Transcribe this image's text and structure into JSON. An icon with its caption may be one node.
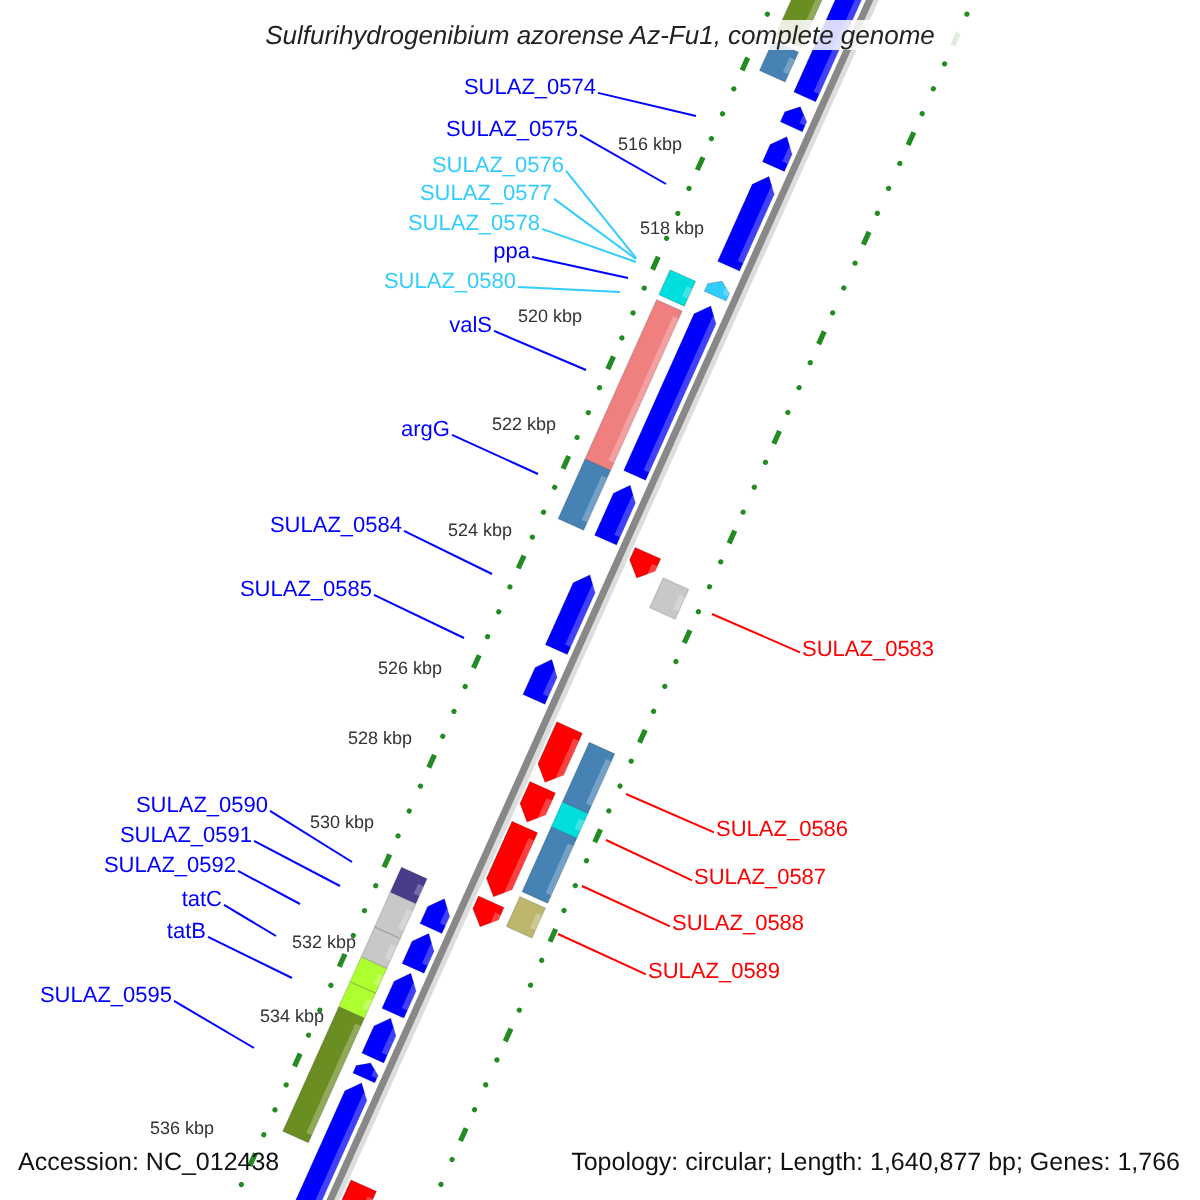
{
  "diagram": {
    "title": "Sulfurihydrogenibium azorense Az-Fu1, complete genome",
    "nodes": [
      {
        "text": [
          "SULAZ_0574"
        ]
      },
      {
        "text": [
          "SULAZ_0575"
        ]
      },
      {
        "text": [
          "SULAZ_0576"
        ]
      },
      {
        "text": [
          "SULAZ_0577"
        ]
      },
      {
        "text": [
          "SULAZ_0578"
        ]
      },
      {
        "text": [
          "ppa"
        ]
      },
      {
        "text": [
          "SULAZ_0580"
        ]
      },
      {
        "text": [
          "valS"
        ]
      },
      {
        "text": [
          "argG"
        ]
      },
      {
        "text": [
          "SULAZ_0584"
        ]
      },
      {
        "text": [
          "SULAZ_0585"
        ]
      },
      {
        "text": [
          "SULAZ_0583"
        ]
      },
      {
        "text": [
          "SULAZ_0590"
        ]
      },
      {
        "text": [
          "SULAZ_0586"
        ]
      },
      {
        "text": [
          "SULAZ_0591"
        ]
      },
      {
        "text": [
          "SULAZ_0592"
        ]
      },
      {
        "text": [
          "SULAZ_0587"
        ]
      },
      {
        "text": [
          "tatC"
        ]
      },
      {
        "text": [
          "SULAZ_0588"
        ]
      },
      {
        "text": [
          "tatB"
        ]
      },
      {
        "text": [
          "SULAZ_0589"
        ]
      },
      {
        "text": [
          "SULAZ_0595"
        ]
      }
    ],
    "edges": [
      {
        "from": 0,
        "to": null,
        "arrow": "none"
      },
      {
        "from": 1,
        "to": null,
        "arrow": "none"
      },
      {
        "from": 2,
        "to": null,
        "arrow": "none",
        "color": "#33ccff"
      },
      {
        "from": 3,
        "to": null,
        "arrow": "none",
        "color": "#33ccff"
      },
      {
        "from": 4,
        "to": null,
        "arrow": "none",
        "color": "#33ccff"
      },
      {
        "from": 5,
        "to": null,
        "arrow": "none"
      },
      {
        "from": 6,
        "to": null,
        "arrow": "none",
        "color": "#33ccff"
      },
      {
        "from": 7,
        "to": null,
        "arrow": "none"
      },
      {
        "from": 8,
        "to": null,
        "arrow": "none"
      },
      {
        "from": 9,
        "to": null,
        "arrow": "none"
      },
      {
        "from": 10,
        "to": null,
        "arrow": "none"
      },
      {
        "from": 11,
        "to": null,
        "arrow": "none",
        "color": "#ff0000"
      },
      {
        "from": 12,
        "to": null,
        "arrow": "none"
      },
      {
        "from": 13,
        "to": null,
        "arrow": "none",
        "color": "#ff0000"
      },
      {
        "from": 14,
        "to": null,
        "arrow": "none"
      },
      {
        "from": 15,
        "to": null,
        "arrow": "none"
      },
      {
        "from": 16,
        "to": null,
        "arrow": "none",
        "color": "#ff0000"
      },
      {
        "from": 17,
        "to": null,
        "arrow": "none"
      },
      {
        "from": 18,
        "to": null,
        "arrow": "none",
        "color": "#ff0000"
      },
      {
        "from": 19,
        "to": null,
        "arrow": "none"
      },
      {
        "from": 20,
        "to": null,
        "arrow": "none",
        "color": "#ff0000"
      },
      {
        "from": 21,
        "to": null,
        "arrow": "none"
      }
    ],
    "labels": [
      "516 kbp",
      "518 kbp",
      "520 kbp",
      "522 kbp",
      "524 kbp",
      "526 kbp",
      "528 kbp",
      "530 kbp",
      "532 kbp",
      "534 kbp",
      "536 kbp",
      "Accession: NC_012438",
      "Topology: circular; Length: 1,640,877 bp; Genes: 1,766"
    ]
  }
}
